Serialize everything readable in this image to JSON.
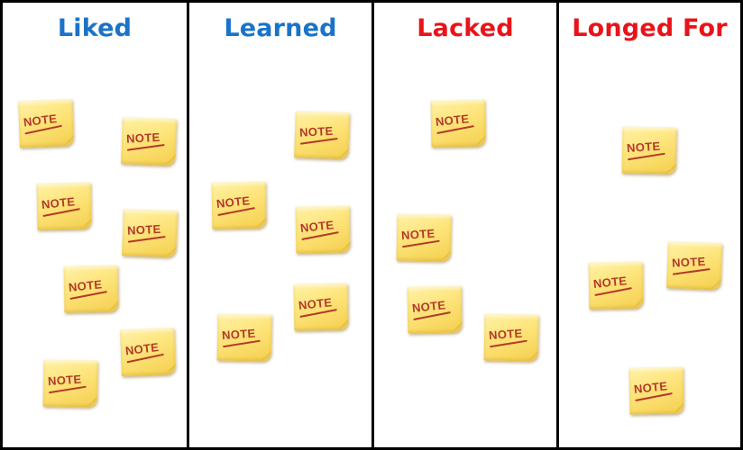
{
  "board": {
    "columns": [
      {
        "title": "Liked",
        "color": "#1a73c8",
        "notes": [
          "NOTE",
          "NOTE",
          "NOTE",
          "NOTE",
          "NOTE",
          "NOTE",
          "NOTE"
        ]
      },
      {
        "title": "Learned",
        "color": "#1a73c8",
        "notes": [
          "NOTE",
          "NOTE",
          "NOTE",
          "NOTE",
          "NOTE"
        ]
      },
      {
        "title": "Lacked",
        "color": "#e8141a",
        "notes": [
          "NOTE",
          "NOTE",
          "NOTE",
          "NOTE"
        ]
      },
      {
        "title": "Longed For",
        "color": "#e8141a",
        "notes": [
          "NOTE",
          "NOTE",
          "NOTE",
          "NOTE"
        ]
      }
    ],
    "note_colors": {
      "paper": "#fde47a",
      "ink": "#b23a2a"
    }
  }
}
